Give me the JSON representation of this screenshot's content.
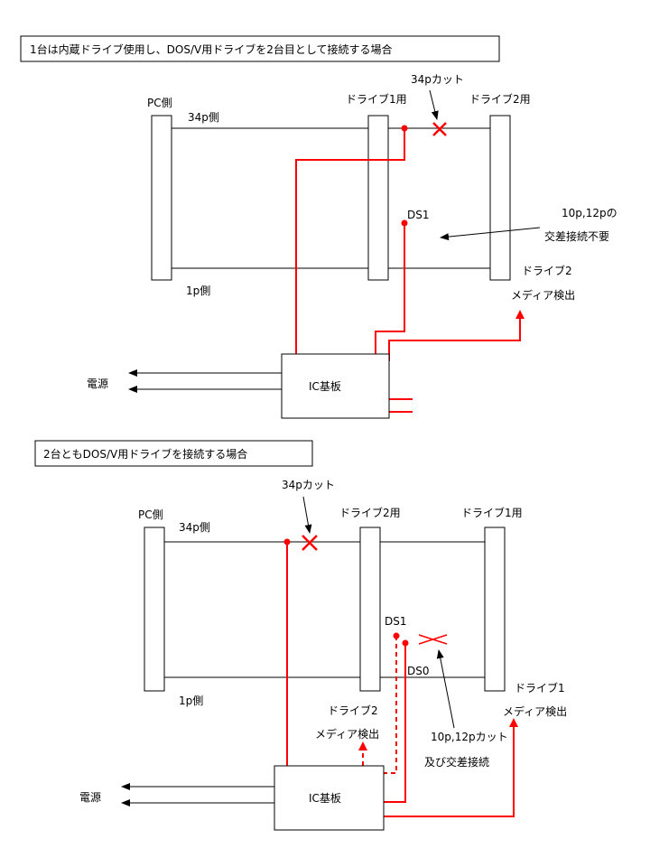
{
  "section1": {
    "title": "1台は内蔵ドライブ使用し、DOS/V用ドライブを2台目として接続する場合",
    "pc_side": "PC側",
    "pin34_side": "34p側",
    "pin1_side": "1p側",
    "drive1_for": "ドライブ1用",
    "drive2_for": "ドライブ2用",
    "cut34": "34pカット",
    "ds1": "DS1",
    "note_10_12_line1": "10p,12pの",
    "note_10_12_line2": "交差接続不要",
    "drive2_media_line1": "ドライブ2",
    "drive2_media_line2": "メディア検出",
    "ic_board": "IC基板",
    "power": "電源"
  },
  "section2": {
    "title": "2台ともDOS/V用ドライブを接続する場合",
    "pc_side": "PC側",
    "pin34_side": "34p側",
    "pin1_side": "1p側",
    "drive2_for": "ドライブ2用",
    "drive1_for": "ドライブ1用",
    "cut34": "34pカット",
    "ds1": "DS1",
    "ds0": "DS0",
    "drive2_media_line1": "ドライブ2",
    "drive2_media_line2": "メディア検出",
    "drive1_media_line1": "ドライブ1",
    "drive1_media_line2": "メディア検出",
    "cut_10_12_line1": "10p,12pカット",
    "cut_10_12_line2": "及び交差接続",
    "ic_board": "IC基板",
    "power": "電源"
  }
}
